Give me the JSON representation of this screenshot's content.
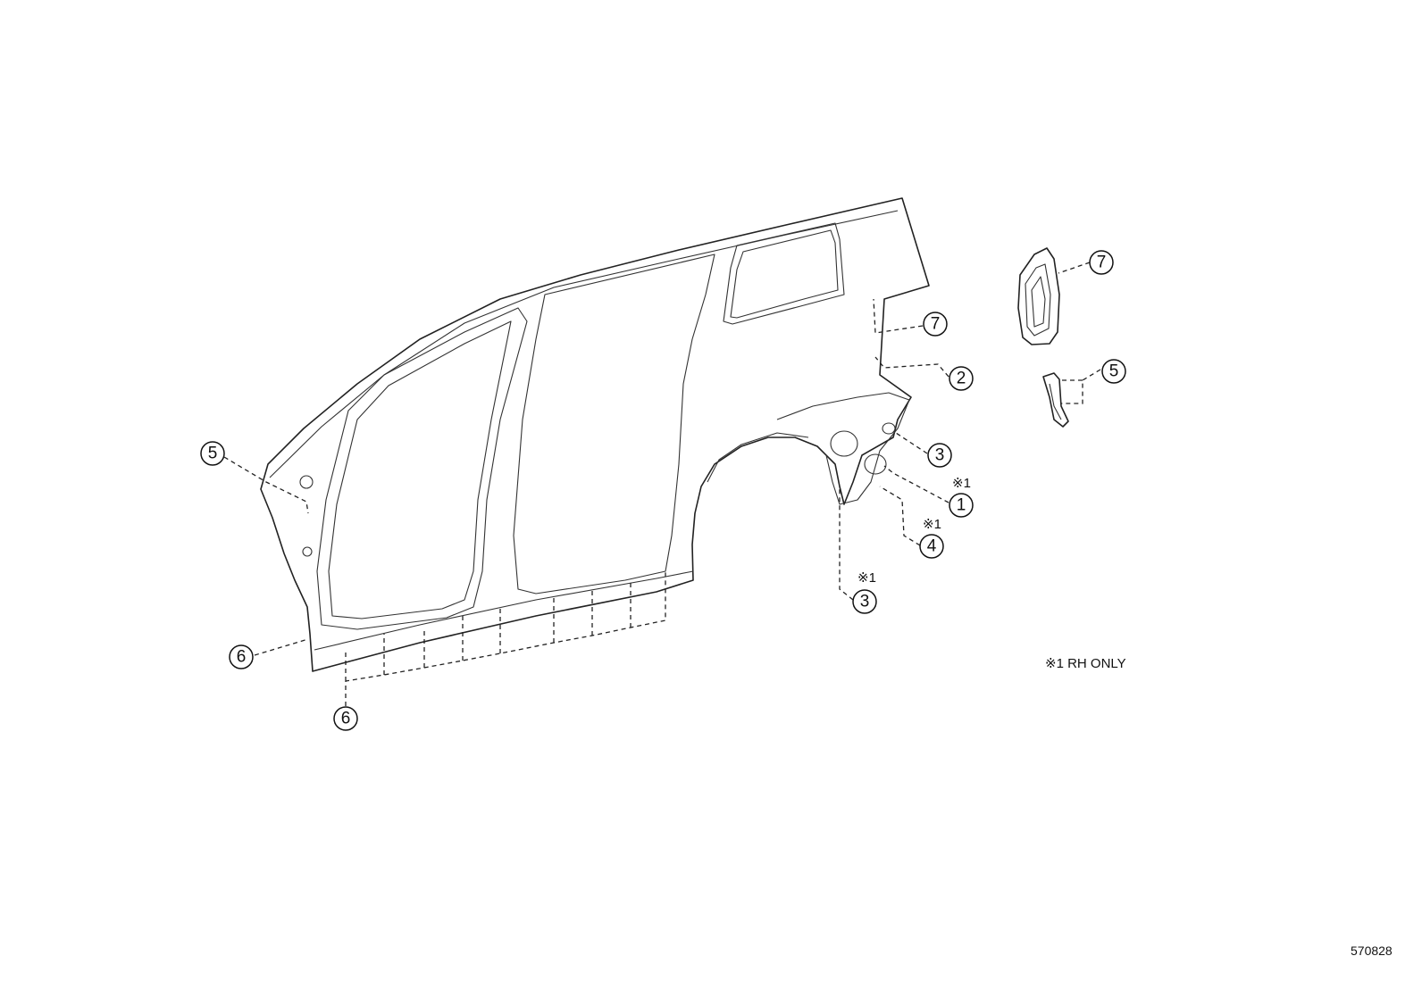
{
  "callouts": [
    {
      "id": "c-5-left",
      "label": "5"
    },
    {
      "id": "c-6-left",
      "label": "6"
    },
    {
      "id": "c-6-bottom",
      "label": "6"
    },
    {
      "id": "c-7-mid",
      "label": "7"
    },
    {
      "id": "c-2",
      "label": "2"
    },
    {
      "id": "c-3-upper",
      "label": "3"
    },
    {
      "id": "c-1",
      "label": "1"
    },
    {
      "id": "c-4",
      "label": "4"
    },
    {
      "id": "c-3-lower",
      "label": "3"
    },
    {
      "id": "c-7-right",
      "label": "7"
    },
    {
      "id": "c-5-right",
      "label": "5"
    }
  ],
  "marks": {
    "rh_mark_1": "※1",
    "rh_mark_4": "※1",
    "rh_mark_3": "※1"
  },
  "legend": {
    "note": "※1 RH ONLY"
  },
  "drawing_id": "570828",
  "colors": {
    "line": "#222222",
    "background": "#ffffff"
  }
}
